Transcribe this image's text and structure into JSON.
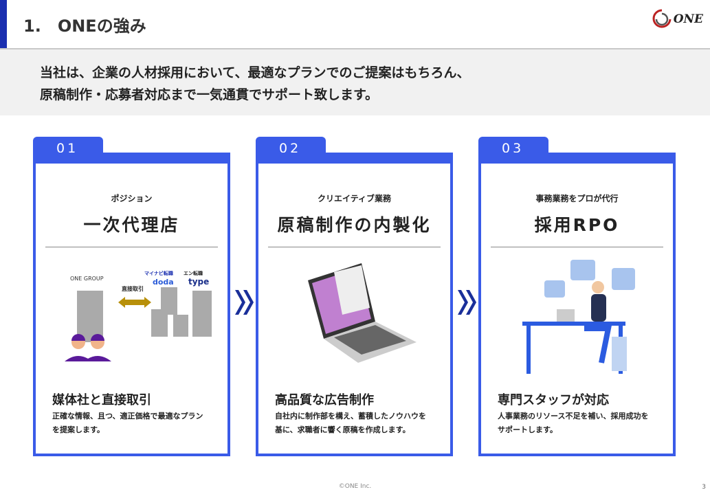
{
  "header": {
    "title": "1.　ONEの強み",
    "logo_text": "ONE"
  },
  "lead": {
    "line1": "当社は、企業の人材採用において、最適なプランでのご提案はもちろん、",
    "line2": "原稿制作・応募者対応まで一気通貫でサポート致します。"
  },
  "cards": [
    {
      "number": "01",
      "subtitle": "ポジション",
      "title": "一次代理店",
      "heading": "媒体社と直接取引",
      "desc_line1": "正確な情報、且つ、適正価格で最適なプラン",
      "desc_line2": "を提案します。",
      "illustration": {
        "company": "ONE GROUP",
        "arrow_label": "直接取引",
        "media": [
          "マイナビ転職",
          "エン転職",
          "doda",
          "type"
        ]
      }
    },
    {
      "number": "02",
      "subtitle": "クリエイティブ業務",
      "title": "原稿制作の内製化",
      "heading": "高品質な広告制作",
      "desc_line1": "自社内に制作部を構え、蓄積したノウハウを",
      "desc_line2": "基に、求職者に響く原稿を作成します。"
    },
    {
      "number": "03",
      "subtitle": "事務業務をプロが代行",
      "title": "採用RPO",
      "heading": "専門スタッフが対応",
      "desc_line1": "人事業務のリソース不足を補い、採用成功を",
      "desc_line2": "サポートします。"
    }
  ],
  "footer": {
    "copyright": "©ONE Inc.",
    "page": "3"
  },
  "colors": {
    "accent": "#3a5be8",
    "navy": "#1a2fb0"
  }
}
